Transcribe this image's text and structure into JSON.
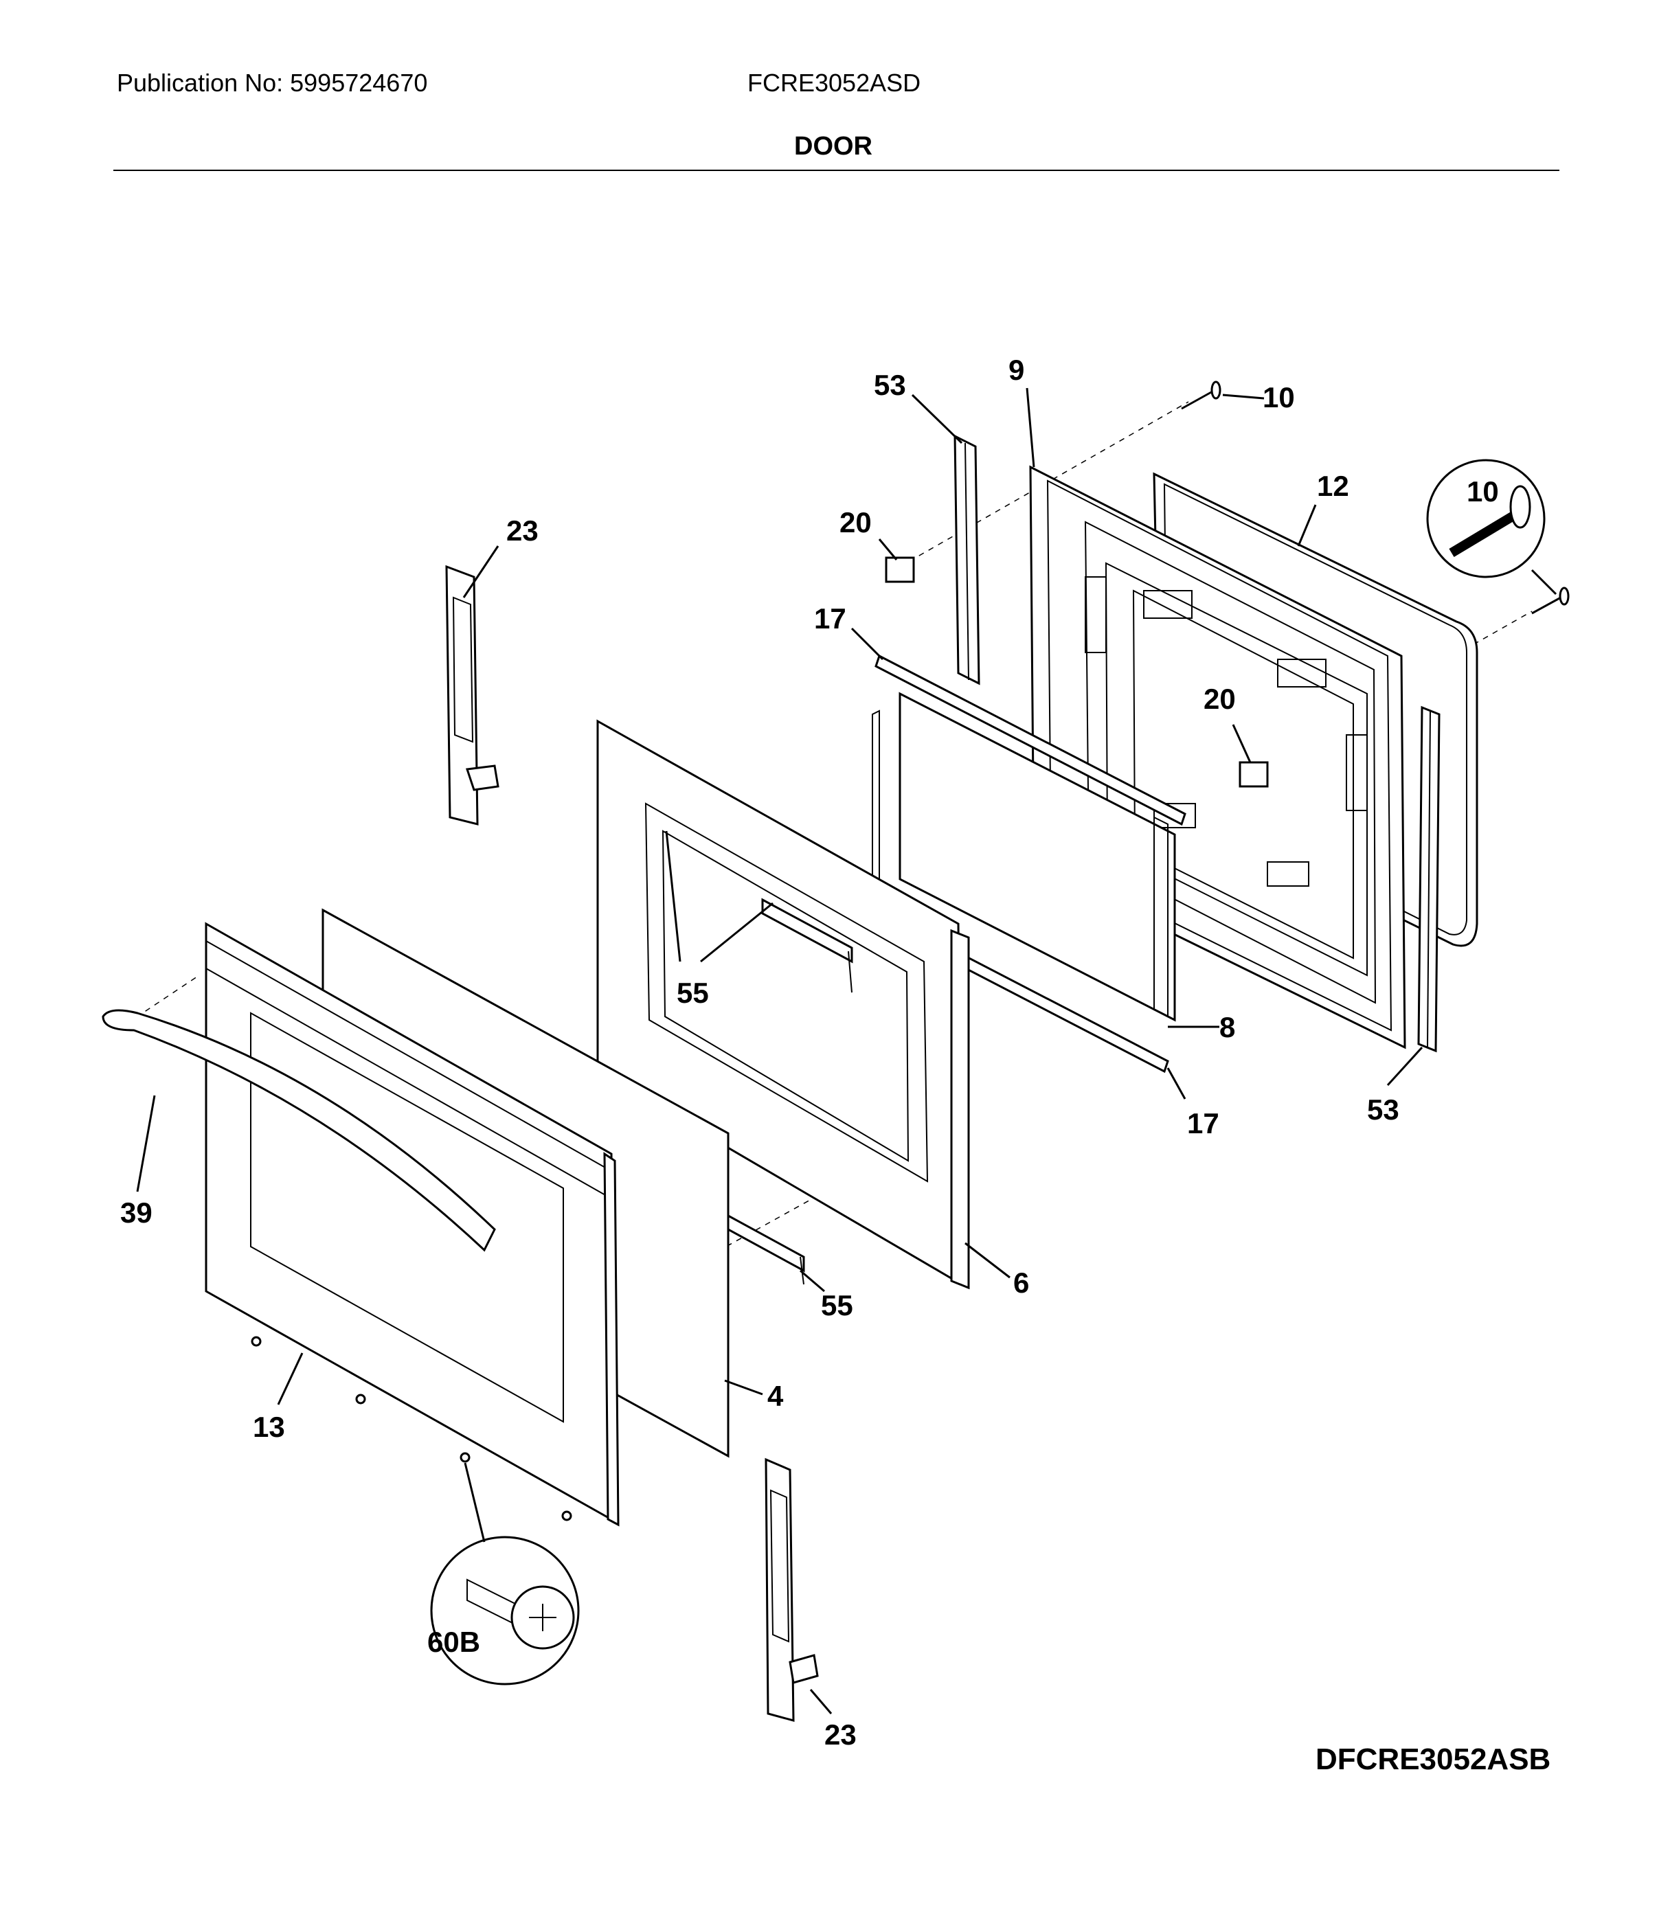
{
  "header": {
    "publication": "Publication No: 5995724670",
    "model": "FCRE3052ASD",
    "section": "DOOR"
  },
  "callouts": {
    "c53a": "53",
    "c9": "9",
    "c10a": "10",
    "c12": "12",
    "c10b": "10",
    "c20a": "20",
    "c23a": "23",
    "c17a": "17",
    "c20b": "20",
    "c55a": "55",
    "c8": "8",
    "c53b": "53",
    "c17b": "17",
    "c39": "39",
    "c6": "6",
    "c55b": "55",
    "c4": "4",
    "c13": "13",
    "c60b": "60B",
    "c23b": "23"
  },
  "footer": {
    "drawing_id": "DFCRE3052ASB"
  }
}
